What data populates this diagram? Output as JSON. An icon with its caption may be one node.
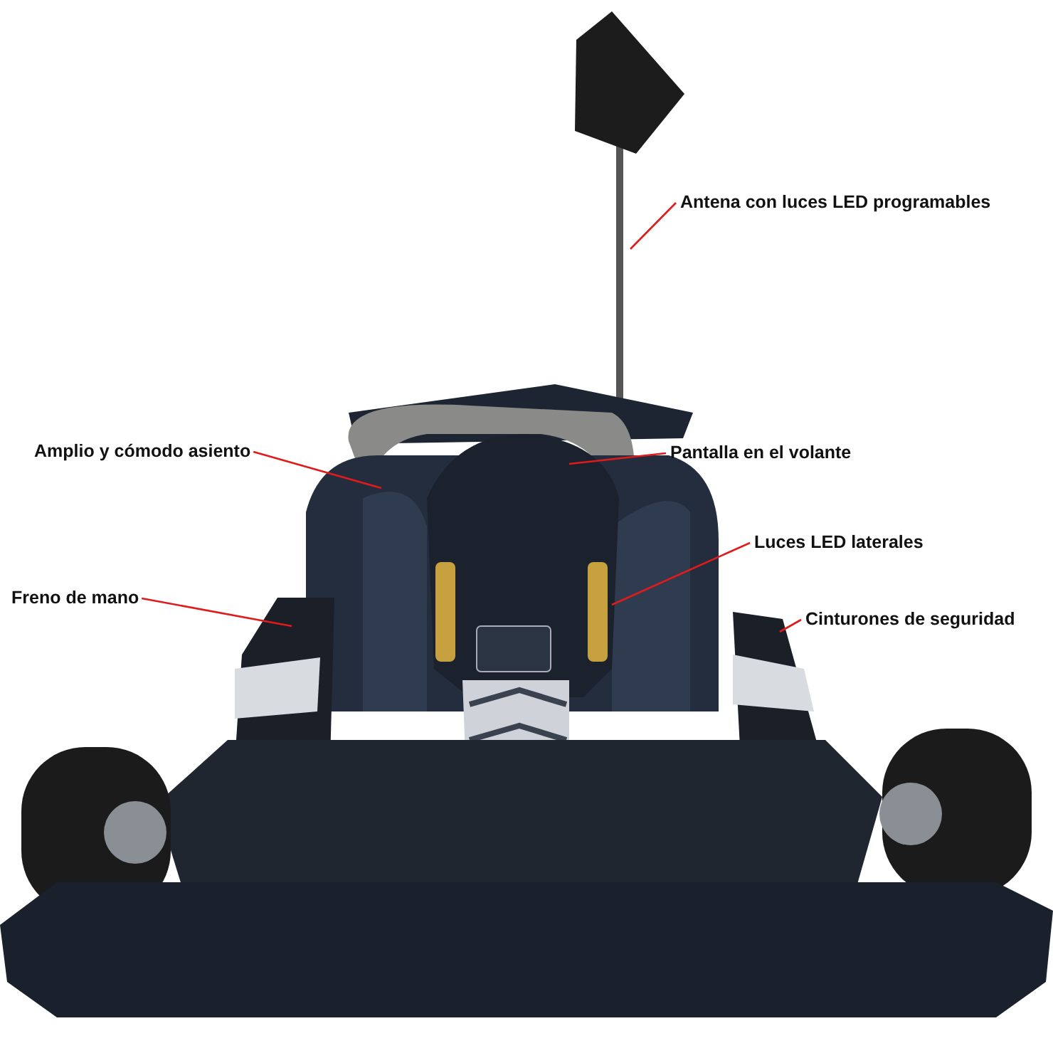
{
  "diagram": {
    "nodes": [
      {
        "text": [
          "Antena con luces LED programables"
        ]
      },
      {
        "text": [
          "Amplio y cómodo asiento"
        ]
      },
      {
        "text": [
          "Pantalla en el volante"
        ]
      },
      {
        "text": [
          "Luces LED laterales"
        ]
      },
      {
        "text": [
          "Freno de mano"
        ]
      },
      {
        "text": [
          "Cinturones de seguridad"
        ]
      }
    ],
    "edges": [
      {
        "from": 0,
        "to": null,
        "arrow": "none"
      },
      {
        "from": 1,
        "to": null,
        "arrow": "none"
      },
      {
        "from": 2,
        "to": null,
        "arrow": "none"
      },
      {
        "from": 3,
        "to": null,
        "arrow": "none"
      },
      {
        "from": 4,
        "to": null,
        "arrow": "none"
      },
      {
        "from": 5,
        "to": null,
        "arrow": "none"
      }
    ]
  }
}
